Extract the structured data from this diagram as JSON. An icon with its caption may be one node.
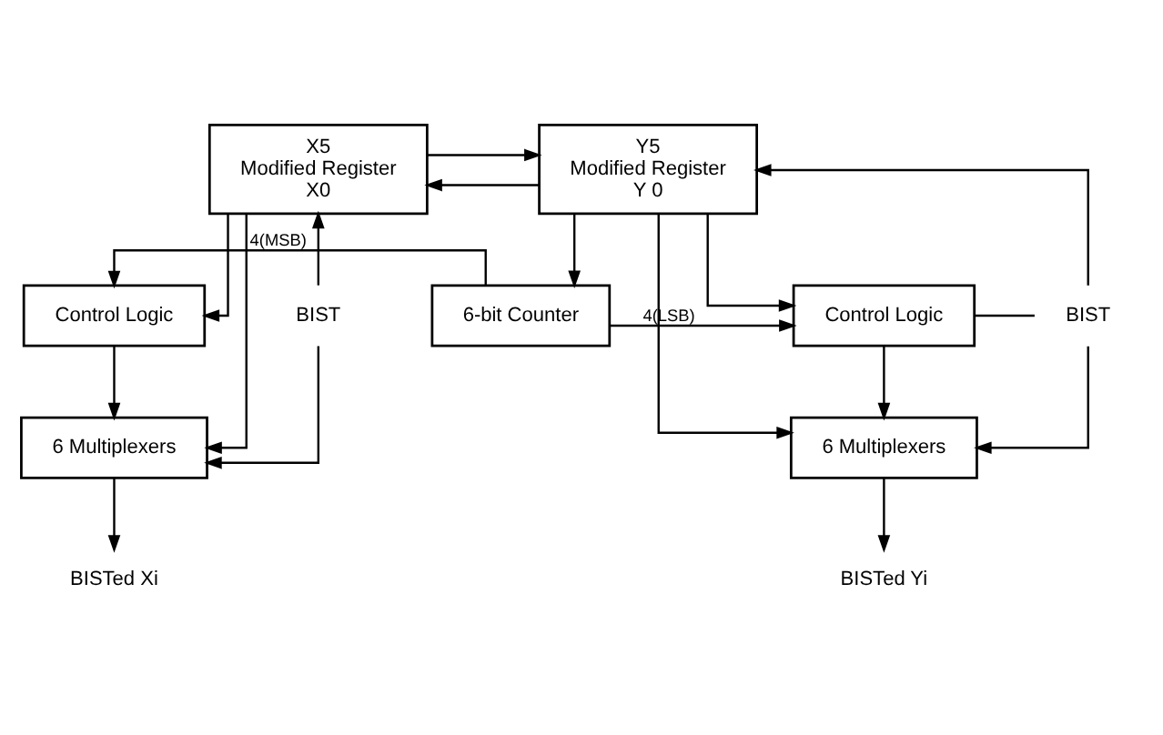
{
  "diagram": {
    "nodes": [
      {
        "text": [
          "X5",
          "Modified Register",
          "X0"
        ]
      },
      {
        "text": [
          "Y5",
          "Modified Register",
          "Y 0"
        ]
      },
      {
        "text": [
          "Control Logic"
        ]
      },
      {
        "text": [
          "6-bit Counter"
        ]
      },
      {
        "text": [
          "Control Logic"
        ]
      },
      {
        "text": [
          "6 Multiplexers"
        ]
      },
      {
        "text": [
          "6 Multiplexers"
        ]
      },
      {
        "text": [
          "BISTed Xi"
        ]
      },
      {
        "text": [
          "BISTed Yi"
        ]
      },
      {
        "text": [
          "BIST"
        ]
      },
      {
        "text": [
          "BIST"
        ]
      }
    ],
    "edges": [
      {
        "from": 0,
        "to": 1,
        "arrow": "to"
      },
      {
        "from": 1,
        "to": 0,
        "arrow": "to"
      },
      {
        "from": 1,
        "to": 3,
        "arrow": "to"
      },
      {
        "from": 0,
        "to": 2,
        "arrow": "to"
      },
      {
        "from": 0,
        "to": 5,
        "arrow": "to"
      },
      {
        "from": 2,
        "to": 5,
        "arrow": "to"
      },
      {
        "from": 3,
        "to": 2,
        "arrow": "to",
        "label": "4(MSB)"
      },
      {
        "from": 3,
        "to": 4,
        "arrow": "to",
        "label": "4(LSB)"
      },
      {
        "from": 1,
        "to": 4,
        "arrow": "to"
      },
      {
        "from": 1,
        "to": 6,
        "arrow": "to"
      },
      {
        "from": 4,
        "to": 6,
        "arrow": "to"
      },
      {
        "from": 9,
        "to": 0,
        "arrow": "to"
      },
      {
        "from": 9,
        "to": 5,
        "arrow": "to"
      },
      {
        "from": 10,
        "to": 1,
        "arrow": "to"
      },
      {
        "from": 10,
        "to": 6,
        "arrow": "to"
      },
      {
        "from": 4,
        "to": 10,
        "arrow": "none"
      },
      {
        "from": 5,
        "to": 7,
        "arrow": "to"
      },
      {
        "from": 6,
        "to": 8,
        "arrow": "to"
      }
    ]
  }
}
